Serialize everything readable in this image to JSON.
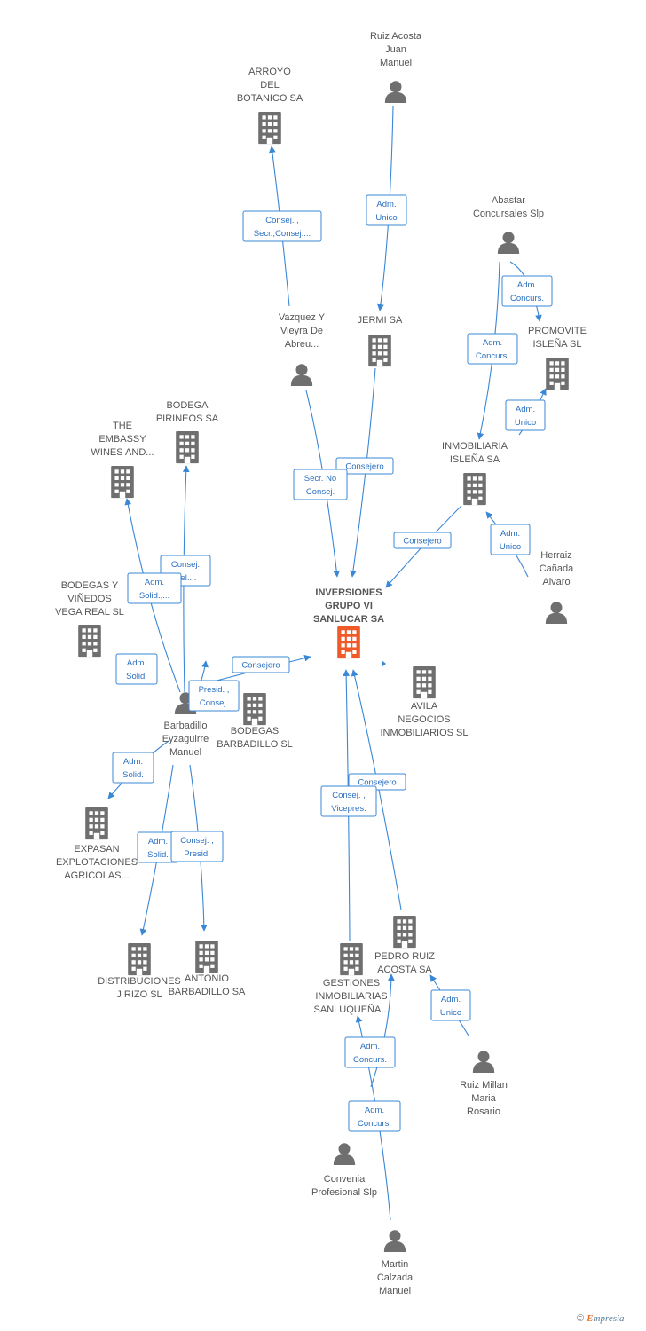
{
  "colors": {
    "edge": "#3a87d6",
    "company": "#6f6f6f",
    "person": "#6f6f6f",
    "main": "#f05a28",
    "label": "#555555"
  },
  "copyright": {
    "symbol": "©",
    "brand_initial": "E",
    "brand_rest": "mpresia"
  },
  "nodes": [
    {
      "id": "main",
      "type": "company",
      "main": true,
      "lines": [
        "INVERSIONES",
        "GRUPO VI",
        "SANLUCAR SA"
      ]
    },
    {
      "id": "arroyo",
      "type": "company",
      "lines": [
        "ARROYO",
        "DEL",
        "BOTANICO SA"
      ]
    },
    {
      "id": "ruizacosta",
      "type": "person",
      "lines": [
        "Ruiz Acosta",
        "Juan",
        "Manuel"
      ]
    },
    {
      "id": "abastar",
      "type": "person",
      "lines": [
        "Abastar",
        "Concursales Slp"
      ]
    },
    {
      "id": "promovite",
      "type": "company",
      "lines": [
        "PROMOVITE",
        "ISLEÑA SL"
      ]
    },
    {
      "id": "vazquez",
      "type": "person",
      "lines": [
        "Vazquez Y",
        "Vieyra De",
        "Abreu..."
      ]
    },
    {
      "id": "jermi",
      "type": "company",
      "lines": [
        "JERMI SA"
      ]
    },
    {
      "id": "isleña",
      "type": "company",
      "lines": [
        "INMOBILIARIA",
        "ISLEÑA SA"
      ]
    },
    {
      "id": "herraiz",
      "type": "person",
      "lines": [
        "Herraiz",
        "Cañada",
        "Alvaro"
      ]
    },
    {
      "id": "pirineos",
      "type": "company",
      "lines": [
        "BODEGA",
        "PIRINEOS SA"
      ]
    },
    {
      "id": "embassy",
      "type": "company",
      "lines": [
        "THE",
        "EMBASSY",
        "WINES AND..."
      ]
    },
    {
      "id": "vegareal",
      "type": "company",
      "lines": [
        "BODEGAS Y",
        "VIÑEDOS",
        "VEGA REAL SL"
      ]
    },
    {
      "id": "barbadillo",
      "type": "person",
      "lines": [
        "Barbadillo",
        "Eyzaguirre",
        "Manuel"
      ]
    },
    {
      "id": "bodbarbadillo",
      "type": "company",
      "lines": [
        "BODEGAS",
        "BARBADILLO SL"
      ]
    },
    {
      "id": "avila",
      "type": "company",
      "lines": [
        "AVILA",
        "NEGOCIOS",
        "INMOBILIARIOS SL"
      ]
    },
    {
      "id": "expasan",
      "type": "company",
      "lines": [
        "EXPASAN",
        "EXPLOTACIONES",
        "AGRICOLAS..."
      ]
    },
    {
      "id": "distrib",
      "type": "company",
      "lines": [
        "DISTRIBUCIONES",
        "J RIZO SL"
      ]
    },
    {
      "id": "antonio",
      "type": "company",
      "lines": [
        "ANTONIO",
        "BARBADILLO SA"
      ]
    },
    {
      "id": "gestiones",
      "type": "company",
      "lines": [
        "GESTIONES",
        "INMOBILIARIAS",
        "SANLUQUEÑA..."
      ]
    },
    {
      "id": "pedroruiz",
      "type": "company",
      "lines": [
        "PEDRO RUIZ",
        "ACOSTA SA"
      ]
    },
    {
      "id": "ruizmillan",
      "type": "person",
      "lines": [
        "Ruiz Millan",
        "Maria",
        "Rosario"
      ]
    },
    {
      "id": "convenia",
      "type": "person",
      "lines": [
        "Convenia",
        "Profesional Slp"
      ]
    },
    {
      "id": "martin",
      "type": "person",
      "lines": [
        "Martin",
        "Calzada",
        "Manuel"
      ]
    }
  ],
  "edges": [
    {
      "id": "e1",
      "lines": [
        "Consej. ,",
        "Secr.,Consej...."
      ]
    },
    {
      "id": "e2",
      "lines": [
        "Adm.",
        "Unico"
      ]
    },
    {
      "id": "e3",
      "lines": [
        "Adm.",
        "Concurs."
      ]
    },
    {
      "id": "e4",
      "lines": [
        "Adm.",
        "Concurs."
      ]
    },
    {
      "id": "e5",
      "lines": [
        "Adm.",
        "Unico"
      ]
    },
    {
      "id": "e6",
      "lines": [
        "Consejero"
      ]
    },
    {
      "id": "e7",
      "lines": [
        "Secr.  No",
        "Consej."
      ]
    },
    {
      "id": "e8",
      "lines": [
        "Consejero"
      ]
    },
    {
      "id": "e9",
      "lines": [
        "Adm.",
        "Unico"
      ]
    },
    {
      "id": "e10",
      "lines": [
        "Consej.",
        "Del...."
      ]
    },
    {
      "id": "e11",
      "lines": [
        "Adm.",
        "Solid.,..."
      ]
    },
    {
      "id": "e12",
      "lines": [
        "Adm.",
        "Solid."
      ]
    },
    {
      "id": "e13",
      "lines": [
        "Consejero"
      ]
    },
    {
      "id": "e14",
      "lines": [
        "Presid. ,",
        "Consej."
      ]
    },
    {
      "id": "e15",
      "lines": [
        "Adm.",
        "Solid."
      ]
    },
    {
      "id": "e16",
      "lines": [
        "Adm.",
        "Solid."
      ]
    },
    {
      "id": "e17",
      "lines": [
        "Consej. ,",
        "Presid."
      ]
    },
    {
      "id": "e18",
      "lines": [
        "Consejero"
      ]
    },
    {
      "id": "e19",
      "lines": [
        "Consej. ,",
        "Vicepres."
      ]
    },
    {
      "id": "e20",
      "lines": [
        "Adm.",
        "Unico"
      ]
    },
    {
      "id": "e21",
      "lines": [
        "Adm.",
        "Concurs."
      ]
    },
    {
      "id": "e22",
      "lines": [
        "Adm.",
        "Concurs."
      ]
    }
  ]
}
